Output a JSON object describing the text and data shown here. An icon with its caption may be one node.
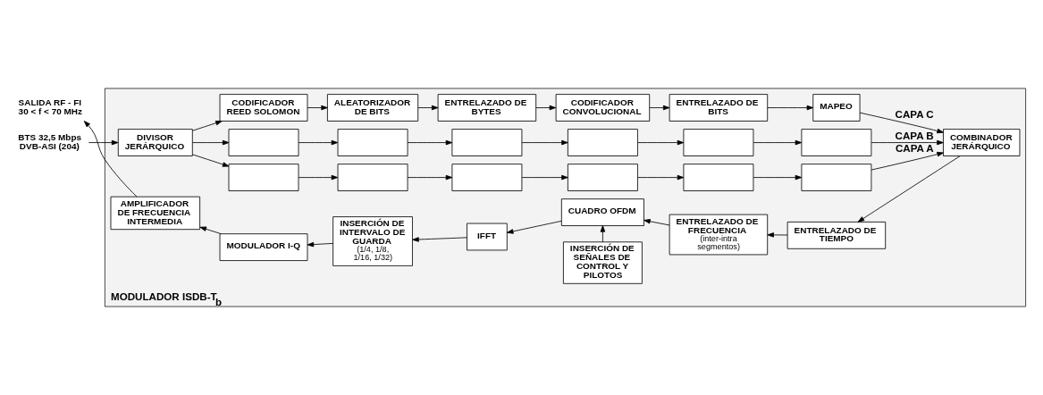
{
  "diagram": {
    "nodes": [
      {
        "text": [
          "MODULADOR ISDB-T$_{b}$"
        ]
      },
      {
        "text": [
          "BTS 32,5 Mbps DVB-ASI (204)"
        ]
      },
      {
        "text": [
          "DIVISOR JERÁRQUICO"
        ],
        "in": 0
      },
      {
        "text": [],
        "shape": "box",
        "in": 0
      },
      {
        "text": [],
        "shape": "box",
        "in": 0
      },
      {
        "text": [],
        "shape": "box",
        "in": 0
      },
      {
        "text": [],
        "shape": "box",
        "in": 0
      },
      {
        "text": [],
        "shape": "box",
        "in": 0
      },
      {
        "text": [],
        "shape": "box",
        "in": 0
      },
      {
        "text": [],
        "shape": "box",
        "in": 0
      },
      {
        "text": [],
        "shape": "box",
        "in": 0
      },
      {
        "text": [],
        "shape": "box",
        "in": 0
      },
      {
        "text": [],
        "shape": "box",
        "in": 0
      },
      {
        "text": [],
        "shape": "box",
        "in": 0
      },
      {
        "text": [],
        "shape": "box",
        "in": 0
      },
      {
        "text": [
          "CODIFICADOR REED SOLOMON"
        ],
        "in": 0
      },
      {
        "text": [
          "ALEATORIZADOR DE BITS"
        ],
        "in": 0
      },
      {
        "text": [
          "ENTRELAZADO DE BYTES"
        ],
        "in": 0
      },
      {
        "text": [
          "CODIFICADOR CONVOLUCIONAL"
        ],
        "in": 0
      },
      {
        "text": [
          "ENTRELAZADO DE BITS"
        ],
        "in": 0
      },
      {
        "text": [
          "MAPEO"
        ],
        "in": 0
      },
      {
        "text": [
          "COMBINADOR JERÁRQUICO"
        ],
        "in": 0
      },
      {
        "text": [
          "ENTRELAZADO DE TIEMPO"
        ],
        "in": 0
      },
      {
        "text": [
          "ENTRELAZADO DE FRECUENCIA",
          "(inter-intra segmentos)"
        ],
        "in": 0
      },
      {
        "text": [
          "CUADRO OFDM"
        ],
        "in": 0
      },
      {
        "text": [
          "IFFT"
        ],
        "in": 0
      },
      {
        "text": [
          "INSERCIÓN DE INTERVALO DE GUARDA",
          "(1/4, 1/8, 1/16, 1/32)"
        ],
        "in": 0
      },
      {
        "text": [
          "MODULADOR I-Q"
        ],
        "in": 0
      },
      {
        "text": [
          "AMPLIFICADOR DE FRECUENCIA INTERMEDIA"
        ],
        "in": 0
      },
      {
        "text": [
          "SALIDA RF - FI 30 < f < 70 MHz"
        ]
      },
      {
        "text": [
          "INSERCIÓN DE SEÑALES DE CONTROL Y PILOTOS"
        ],
        "in": 0
      }
    ],
    "edges": [
      {
        "from": 1,
        "to": 2,
        "arrow": "to"
      },
      {
        "from": 2,
        "to": 3,
        "arrow": "to"
      },
      {
        "from": 2,
        "to": 9,
        "arrow": "to"
      },
      {
        "from": 2,
        "to": 15,
        "arrow": "to"
      },
      {
        "from": 3,
        "to": 4,
        "arrow": "to"
      },
      {
        "from": 4,
        "to": 5,
        "arrow": "to"
      },
      {
        "from": 5,
        "to": 6,
        "arrow": "to"
      },
      {
        "from": 6,
        "to": 7,
        "arrow": "to"
      },
      {
        "from": 7,
        "to": 8,
        "arrow": "to"
      },
      {
        "from": 9,
        "to": 10,
        "arrow": "to"
      },
      {
        "from": 10,
        "to": 11,
        "arrow": "to"
      },
      {
        "from": 11,
        "to": 12,
        "arrow": "to"
      },
      {
        "from": 12,
        "to": 13,
        "arrow": "to"
      },
      {
        "from": 13,
        "to": 14,
        "arrow": "to"
      },
      {
        "from": 15,
        "to": 16,
        "arrow": "to"
      },
      {
        "from": 16,
        "to": 17,
        "arrow": "to"
      },
      {
        "from": 17,
        "to": 18,
        "arrow": "to"
      },
      {
        "from": 18,
        "to": 19,
        "arrow": "to"
      },
      {
        "from": 19,
        "to": 20,
        "arrow": "to"
      },
      {
        "from": 8,
        "to": 21,
        "arrow": "to",
        "label": "CAPA A"
      },
      {
        "from": 14,
        "to": 21,
        "arrow": "to",
        "label": "CAPA B"
      },
      {
        "from": 20,
        "to": 21,
        "arrow": "to",
        "label": "CAPA C"
      },
      {
        "from": 21,
        "to": 22,
        "arrow": "to"
      },
      {
        "from": 22,
        "to": 23,
        "arrow": "to"
      },
      {
        "from": 23,
        "to": 24,
        "arrow": "to"
      },
      {
        "from": 24,
        "to": 25,
        "arrow": "to"
      },
      {
        "from": 25,
        "to": 26,
        "arrow": "to"
      },
      {
        "from": 26,
        "to": 27,
        "arrow": "to"
      },
      {
        "from": 27,
        "to": 28,
        "arrow": "to"
      },
      {
        "from": 28,
        "to": 29,
        "arrow": "to"
      },
      {
        "from": 30,
        "to": 24,
        "arrow": "to"
      }
    ]
  }
}
